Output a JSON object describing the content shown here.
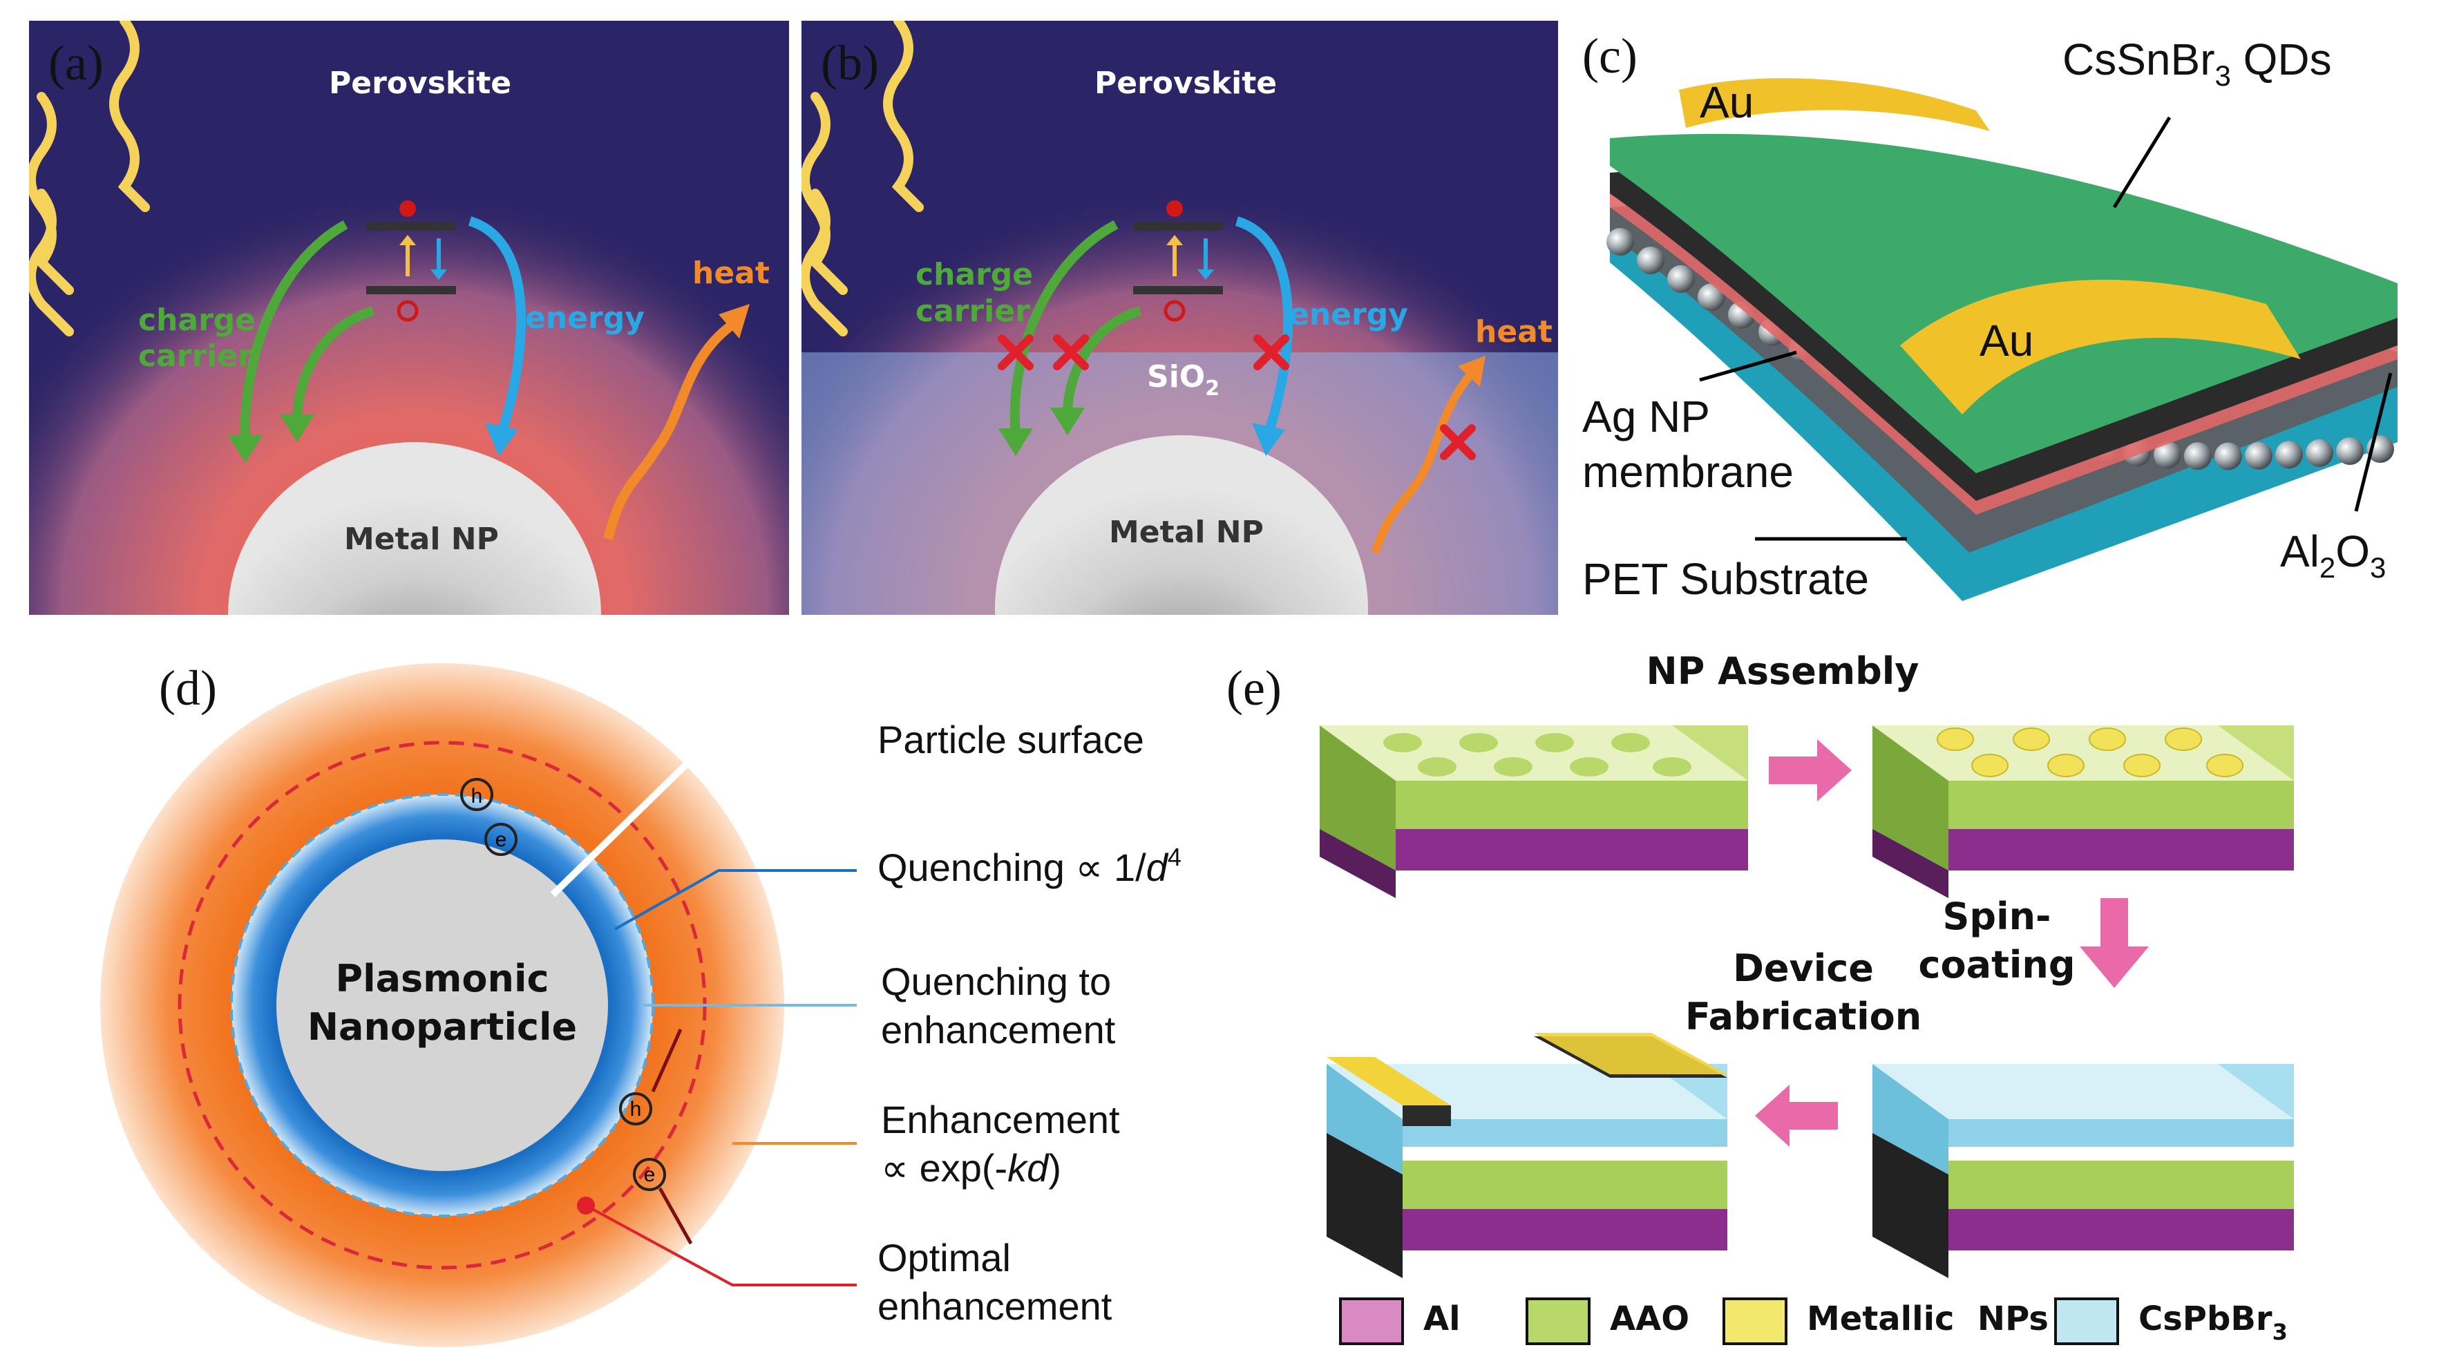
{
  "panel_a": {
    "tag": "(a)",
    "perovskite": "Perovskite",
    "charge_1": "charge",
    "charge_2": "carrier",
    "energy": "energy",
    "heat": "heat",
    "np": "Metal NP"
  },
  "panel_b": {
    "tag": "(b)",
    "perovskite": "Perovskite",
    "charge_1": "charge",
    "charge_2": "carrier",
    "energy": "energy",
    "heat": "heat",
    "sio2_main": "SiO",
    "sio2_sub": "2",
    "np": "Metal NP"
  },
  "panel_c": {
    "tag": "(c)",
    "au_top": "Au",
    "au_bottom": "Au",
    "qd_pre": "CsSnBr",
    "qd_sub": "3",
    "qd_post": " QDs",
    "ag_1": "Ag NP",
    "ag_2": "membrane",
    "pet": "PET Substrate",
    "al_pre": "Al",
    "al_sub1": "2",
    "al_mid": "O",
    "al_sub2": "3"
  },
  "panel_d": {
    "tag": "(d)",
    "np_1": "Plasmonic",
    "np_2": "Nanoparticle",
    "h_symbol": "h",
    "e_symbol": "e",
    "surface": "Particle surface",
    "quench_pre": "Quenching ∝ 1/",
    "quench_var": "d",
    "quench_exp": "4",
    "q2e_1": "Quenching to",
    "q2e_2": "enhancement",
    "enh_1": "Enhancement",
    "enh_pre": "∝ exp(-",
    "enh_var": "kd",
    "enh_post": ")",
    "opt_1": "Optimal",
    "opt_2": "enhancement"
  },
  "panel_e": {
    "tag": "(e)",
    "np_assembly": "NP Assembly",
    "spin_1": "Spin-",
    "spin_2": "coating",
    "dev_1": "Device",
    "dev_2": "Fabrication",
    "legend": [
      {
        "label": "Al",
        "color": "#d98ac2"
      },
      {
        "label": "AAO",
        "color": "#b8d96a"
      },
      {
        "label": "Metallic  NPs",
        "color": "#f2e86e"
      },
      {
        "label": "CsPbBr",
        "sub": "3",
        "color": "#bfe7f2"
      }
    ]
  },
  "colors": {
    "navy": "#2b2466",
    "green_arrow": "#4fa83a",
    "blue_arrow": "#2aa8e6",
    "orange": "#f28a2a",
    "cross": "#e0202a"
  }
}
